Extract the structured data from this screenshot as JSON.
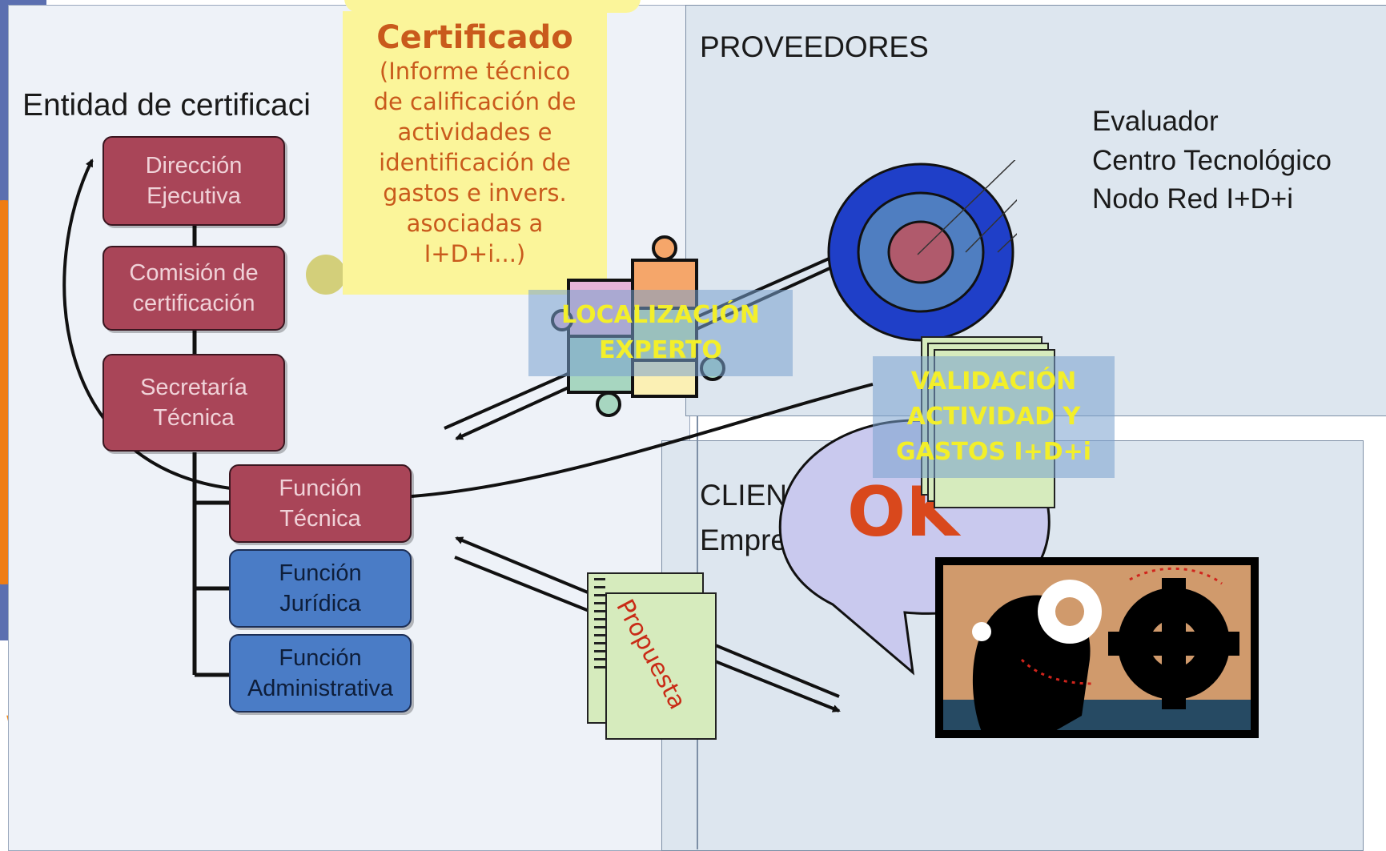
{
  "left_section": {
    "title": "Entidad de certificaci"
  },
  "org": {
    "direccion": [
      "Dirección",
      "Ejecutiva"
    ],
    "comision": [
      "Comisión de",
      "certificación"
    ],
    "secretaria": [
      "Secretaría",
      "Técnica"
    ],
    "tecnica": [
      "Función",
      "Técnica"
    ],
    "juridica": [
      "Función",
      "Jurídica"
    ],
    "administrativa": [
      "Función",
      "Administrativa"
    ]
  },
  "note": {
    "title": "Certificado",
    "lines": [
      "(Informe técnico",
      "de calificación de",
      "actividades e",
      "identificación de",
      "gastos e invers.",
      "asociadas a",
      "I+D+i...)"
    ]
  },
  "providers": {
    "title": "PROVEEDORES",
    "target_labels": [
      "Evaluador",
      "Centro Tecnológico",
      "Nodo Red I+D+i"
    ]
  },
  "clients": {
    "title": "CLIEN",
    "subtitle": "Empre"
  },
  "overlays": {
    "localizacion": [
      "LOCALIZACIÓN",
      "EXPERTO"
    ],
    "validacion": [
      "VALIDACIÓN",
      "ACTIVIDAD Y",
      "GASTOS I+D+i"
    ]
  },
  "bubble_text": "OK",
  "document_label": "Propuesta",
  "colors": {
    "org_red": "#a94558",
    "org_blue": "#4a7cc6",
    "note_yellow": "#fbf59a",
    "overlay_text": "#f3ef2a",
    "ok_red": "#d9481c"
  }
}
